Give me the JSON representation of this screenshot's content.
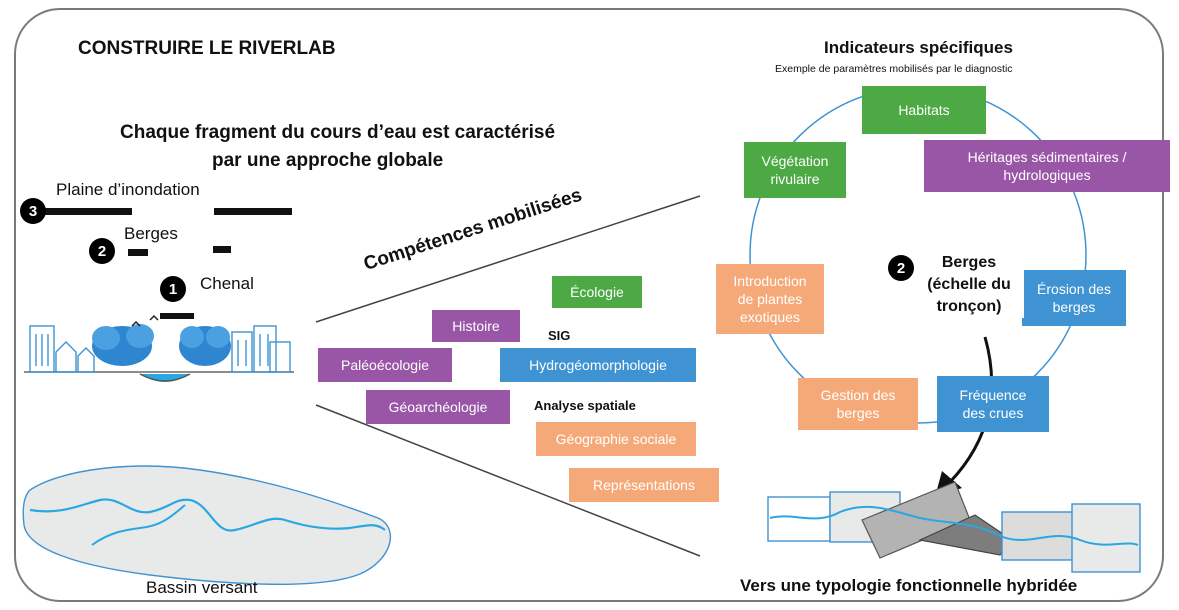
{
  "title": "CONSTRUIRE LE RIVERLAB",
  "headline": {
    "line1": "Chaque fragment du cours d’eau est caractérisé",
    "line2": "par une approche globale"
  },
  "levels": {
    "plain": {
      "number": "3",
      "label": "Plaine d’inondation"
    },
    "banks": {
      "number": "2",
      "label": "Berges"
    },
    "channel": {
      "number": "1",
      "label": "Chenal"
    }
  },
  "watershed_label": "Bassin versant",
  "competences": {
    "title": "Compétences mobilisées",
    "items": [
      {
        "label": "Écologie",
        "color": "#4ca944"
      },
      {
        "label": "Histoire",
        "color": "#9a56a6"
      },
      {
        "label": "SIG",
        "color": "none"
      },
      {
        "label": "Paléoécologie",
        "color": "#9a56a6"
      },
      {
        "label": "Hydrogéomorphologie",
        "color": "#3f93d2"
      },
      {
        "label": "Géoarchéologie",
        "color": "#9a56a6"
      },
      {
        "label": "Analyse spatiale",
        "color": "none"
      },
      {
        "label": "Géographie sociale",
        "color": "#f6a978"
      },
      {
        "label": "Représentations",
        "color": "#f6a978"
      }
    ]
  },
  "indicators": {
    "title": "Indicateurs spécifiques",
    "subtitle": "Exemple de paramètres mobilisés par le diagnostic",
    "center": {
      "number": "2",
      "line1": "Berges",
      "line2": "(échelle du",
      "line3": "tronçon)"
    },
    "nodes": {
      "habitats": "Habitats",
      "vegetation": {
        "line1": "Végétation",
        "line2": "rivulaire"
      },
      "heritages": {
        "line1": "Héritages sédimentaires /",
        "line2": "hydrologiques"
      },
      "introduction": {
        "line1": "Introduction",
        "line2": "de plantes",
        "line3": "exotiques"
      },
      "erosion": {
        "line1": "Érosion des",
        "line2": "berges"
      },
      "gestion": {
        "line1": "Gestion des",
        "line2": "berges"
      },
      "frequence": {
        "line1": "Fréquence",
        "line2": "des crues"
      }
    }
  },
  "typology_label": "Vers une typologie fonctionnelle hybridée",
  "colors": {
    "green": "#4ca944",
    "purple": "#9a56a6",
    "blue": "#3f93d2",
    "orange": "#f6a978",
    "river": "#2aa7e0",
    "frame": "#7a7a7a"
  }
}
